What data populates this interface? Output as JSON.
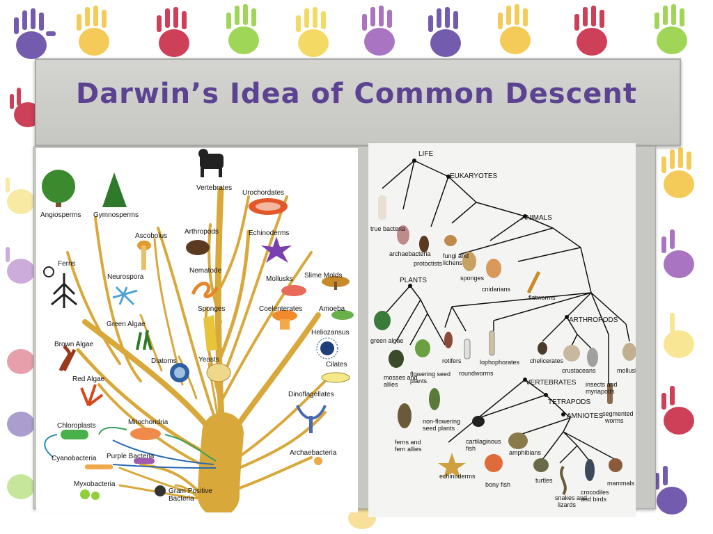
{
  "slide": {
    "title": "Darwin’s Idea of Common Descent"
  },
  "left_tree": {
    "labels": {
      "vertebrates": "Vertebrates",
      "urochordates": "Urochordates",
      "angiosperms": "Angiosperms",
      "gymnosperms": "Gymnosperms",
      "ascobolus": "Ascobolus",
      "arthropods": "Arthropods",
      "echinoderms": "Echinoderms",
      "ferns": "Ferns",
      "nematode": "Nematode",
      "neurospora": "Neurospora",
      "mollusks": "Mollusks",
      "slime_molds": "Slime Molds",
      "sponges": "Sponges",
      "coelenterates": "Coelenterates",
      "amoeba": "Amoeba",
      "green_algae": "Green Algae",
      "heliozansus": "Heliozansus",
      "brown_algae": "Brown Algae",
      "diatoms": "Diatoms",
      "yeasts": "Yeasts",
      "cilates": "Cilates",
      "red_algae": "Red Algae",
      "dinoflagellates": "Dinoflagellates",
      "chloroplasts": "Chloroplasts",
      "mitochondria": "Mitochondria",
      "cyanobacteria": "Cyanobacteria",
      "purple_bacteria": "Purple Bacteria",
      "archaebacteria": "Archaebacteria",
      "myxobacteria": "Myxobacteria",
      "gram_positive_1": "Gram Positive",
      "gram_positive_2": "Bacteria"
    }
  },
  "right_tree": {
    "labels": {
      "life": "LIFE",
      "eukaryotes": "EUKARYOTES",
      "animals": "ANIMALS",
      "plants": "PLANTS",
      "arthropods": "ARTHROPODS",
      "vertebrates": "VERTEBRATES",
      "tetrapods": "TETRAPODS",
      "amniotes": "AMNIOTES",
      "true_bacteria": "true bacteria",
      "archaebacteria": "archaebacteria",
      "protoctists": "protoctists",
      "fungi_1": "fungi and",
      "fungi_2": "lichens",
      "sponges": "sponges",
      "cnidarians": "cnidarians",
      "flatworms": "flatworms",
      "green_algae": "green algae",
      "mosses_1": "mosses and",
      "mosses_2": "allies",
      "flowering_1": "flowering seed",
      "flowering_2": "plants",
      "rotifers": "rotifers",
      "roundworms": "roundworms",
      "lophophorates": "lophophorates",
      "chelicerates": "chelicerates",
      "crustaceans": "crustaceans",
      "insects_1": "insects and",
      "insects_2": "myriapods",
      "mollusks": "mollusks",
      "segmented_1": "segmented",
      "segmented_2": "worms",
      "ferns_1": "ferns and",
      "ferns_2": "fern allies",
      "nonflowering_1": "non-flowering",
      "nonflowering_2": "seed plants",
      "cartilaginous_1": "cartilaginous",
      "cartilaginous_2": "fish",
      "amphibians": "amphibians",
      "echinoderms": "echinoderms",
      "bony_fish": "bony fish",
      "turtles": "turtles",
      "snakes_1": "snakes and",
      "snakes_2": "lizards",
      "crocodiles_1": "crocodiles",
      "crocodiles_2": "and birds",
      "mammals": "mammals"
    }
  },
  "colors": {
    "title": "#5b4391",
    "trunk": "#d9a83a",
    "band": "#c7c8c3"
  }
}
